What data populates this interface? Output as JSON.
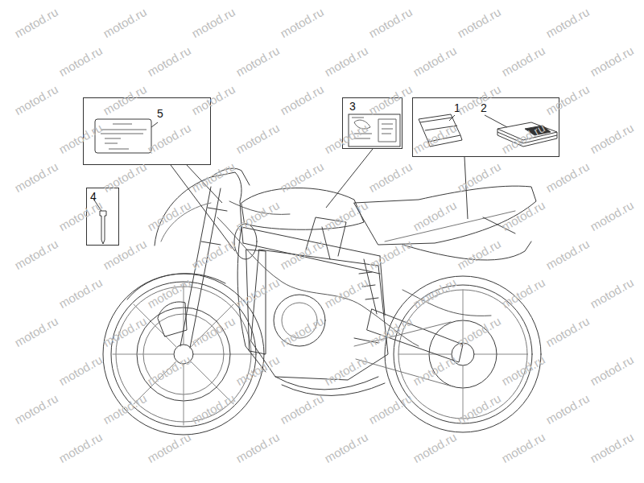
{
  "diagram": {
    "nodes": [
      {
        "text": [
          "5"
        ]
      },
      {
        "text": [
          "3"
        ]
      },
      {
        "text": [
          "1",
          "2"
        ]
      },
      {
        "text": [
          "4"
        ]
      }
    ],
    "labels": [
      "motod.ru",
      "motod.ru",
      "motod.ru",
      "motod.ru",
      "motod.ru",
      "motod.ru",
      "motod.ru",
      "motod.ru",
      "motod.ru",
      "motod.ru",
      "motod.ru",
      "motod.ru",
      "motod.ru",
      "motod.ru",
      "motod.ru",
      "motod.ru",
      "motod.ru",
      "motod.ru",
      "motod.ru",
      "motod.ru",
      "motod.ru",
      "motod.ru",
      "motod.ru",
      "motod.ru",
      "motod.ru",
      "motod.ru",
      "motod.ru",
      "motod.ru",
      "motod.ru",
      "motod.ru",
      "motod.ru",
      "motod.ru",
      "motod.ru",
      "motod.ru",
      "motod.ru",
      "motod.ru",
      "motod.ru",
      "motod.ru",
      "motod.ru",
      "motod.ru",
      "motod.ru",
      "motod.ru",
      "motod.ru",
      "motod.ru",
      "motod.ru",
      "motod.ru",
      "motod.ru",
      "motod.ru",
      "motod.ru",
      "motod.ru",
      "motod.ru",
      "motod.ru",
      "motod.ru",
      "motod.ru",
      "motod.ru",
      "motod.ru",
      "motod.ru",
      "motod.ru",
      "motod.ru",
      "motod.ru",
      "motod.ru",
      "motod.ru",
      "motod.ru",
      "motod.ru",
      "motod.ru",
      "motod.ru",
      "motod.ru",
      "motod.ru",
      "motod.ru",
      "motod.ru",
      "motod.ru",
      "motod.ru",
      "motod.ru",
      "motod.ru",
      "motod.ru",
      "motod.ru",
      "motod.ru",
      "motod.ru",
      "motod.ru",
      "motod.ru",
      "motod.ru",
      "motod.ru",
      "motod.ru",
      "motod.ru"
    ]
  }
}
